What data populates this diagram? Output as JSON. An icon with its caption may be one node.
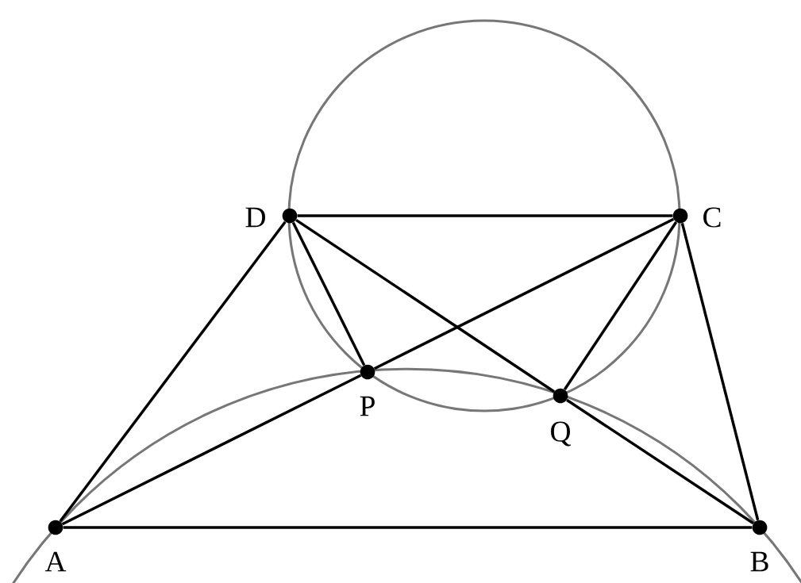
{
  "diagram": {
    "nodes": [
      {
        "text": [],
        "shape": "circle",
        "beside": [
          "D"
        ]
      },
      {
        "text": [],
        "shape": "circle",
        "beside": [
          "C"
        ]
      },
      {
        "text": [],
        "shape": "circle",
        "beside": [
          "P"
        ]
      },
      {
        "text": [],
        "shape": "circle",
        "beside": [
          "Q"
        ]
      },
      {
        "text": [],
        "shape": "circle",
        "beside": [
          "A"
        ]
      },
      {
        "text": [],
        "shape": "circle",
        "beside": [
          "B"
        ]
      }
    ],
    "edges": [
      {
        "from": 4,
        "to": 5,
        "arrow": "none"
      },
      {
        "from": 5,
        "to": 1,
        "arrow": "none"
      },
      {
        "from": 1,
        "to": 0,
        "arrow": "none"
      },
      {
        "from": 0,
        "to": 4,
        "arrow": "none"
      },
      {
        "from": 4,
        "to": 2,
        "arrow": "none"
      },
      {
        "from": 2,
        "to": 1,
        "arrow": "none"
      },
      {
        "from": 0,
        "to": 3,
        "arrow": "none"
      },
      {
        "from": 3,
        "to": 5,
        "arrow": "none"
      },
      {
        "from": 0,
        "to": 2,
        "arrow": "none"
      },
      {
        "from": 1,
        "to": 3,
        "arrow": "none"
      }
    ]
  }
}
